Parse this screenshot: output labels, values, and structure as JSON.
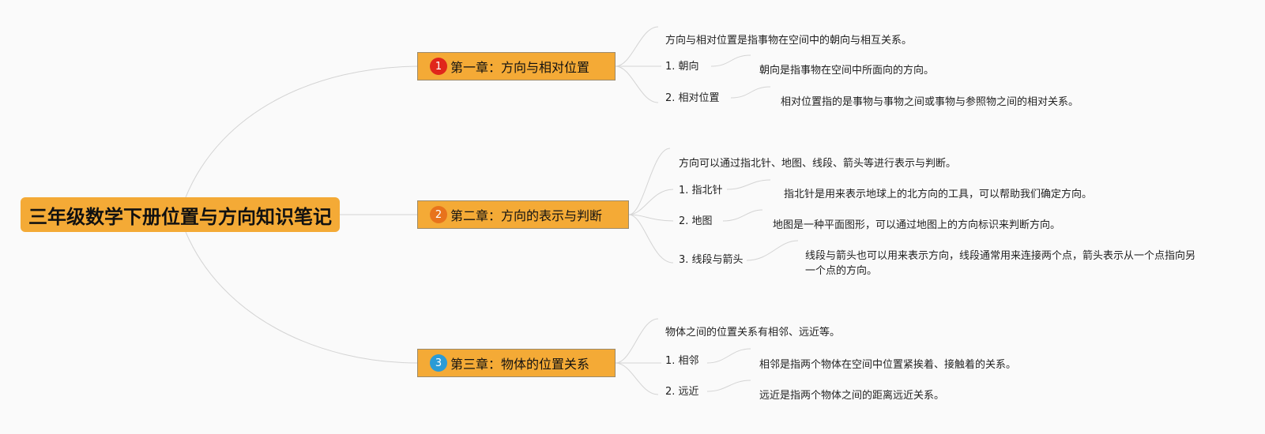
{
  "root": {
    "title": "三年级数学下册位置与方向知识笔记"
  },
  "chapters": [
    {
      "number": "1",
      "badge_color": "#e0261b",
      "title": "第一章：方向与相对位置",
      "summary": "方向与相对位置是指事物在空间中的朝向与相互关系。",
      "items": [
        {
          "label": "1. 朝向",
          "detail": "朝向是指事物在空间中所面向的方向。"
        },
        {
          "label": "2. 相对位置",
          "detail": "相对位置指的是事物与事物之间或事物与参照物之间的相对关系。"
        }
      ]
    },
    {
      "number": "2",
      "badge_color": "#e8731c",
      "title": "第二章：方向的表示与判断",
      "summary": "方向可以通过指北针、地图、线段、箭头等进行表示与判断。",
      "items": [
        {
          "label": "1. 指北针",
          "detail": "指北针是用来表示地球上的北方向的工具，可以帮助我们确定方向。"
        },
        {
          "label": "2. 地图",
          "detail": "地图是一种平面图形，可以通过地图上的方向标识来判断方向。"
        },
        {
          "label": "3. 线段与箭头",
          "detail": "线段与箭头也可以用来表示方向，线段通常用来连接两个点，箭头表示从一个点指向另一个点的方向。"
        }
      ]
    },
    {
      "number": "3",
      "badge_color": "#2b9bd6",
      "title": "第三章：物体的位置关系",
      "summary": "物体之间的位置关系有相邻、远近等。",
      "items": [
        {
          "label": "1. 相邻",
          "detail": "相邻是指两个物体在空间中位置紧挨着、接触着的关系。"
        },
        {
          "label": "2. 远近",
          "detail": "远近是指两个物体之间的距离远近关系。"
        }
      ]
    }
  ]
}
